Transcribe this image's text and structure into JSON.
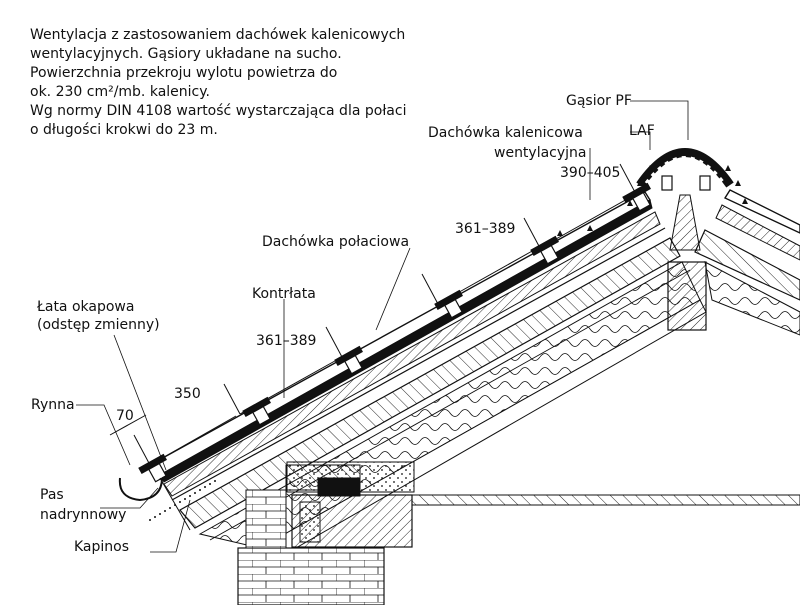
{
  "description": [
    "Wentylacja z zastosowaniem dachówek kalenicowych",
    "wentylacyjnych. Gąsiory układane na sucho.",
    "Powierzchnia przekroju wylotu powietrza do",
    "ok. 230 cm²/mb. kalenicy.",
    "Wg normy DIN 4108 wartość wystarczająca dla połaci",
    "o długości krokwi do 23 m."
  ],
  "labels": {
    "gasior": "Gąsior PF",
    "laf": "LAF",
    "ridge_tile_1": "Dachówka kalenicowa",
    "ridge_tile_2": "wentylacyjna",
    "roof_tile": "Dachówka połaciowa",
    "counter_batten": "Kontrłata",
    "eaves_batten_1": "Łata okapowa",
    "eaves_batten_2": "(odstęp zmienny)",
    "gutter": "Rynna",
    "gutter_strip_1": "Pas",
    "gutter_strip_2": "nadrynnowy",
    "drip_edge": "Kapinos"
  },
  "dimensions": {
    "d1": "390–405",
    "d2": "361–389",
    "d3": "361–389",
    "d4": "350",
    "d5": "70"
  },
  "colors": {
    "line": "#111111",
    "background": "#ffffff"
  }
}
